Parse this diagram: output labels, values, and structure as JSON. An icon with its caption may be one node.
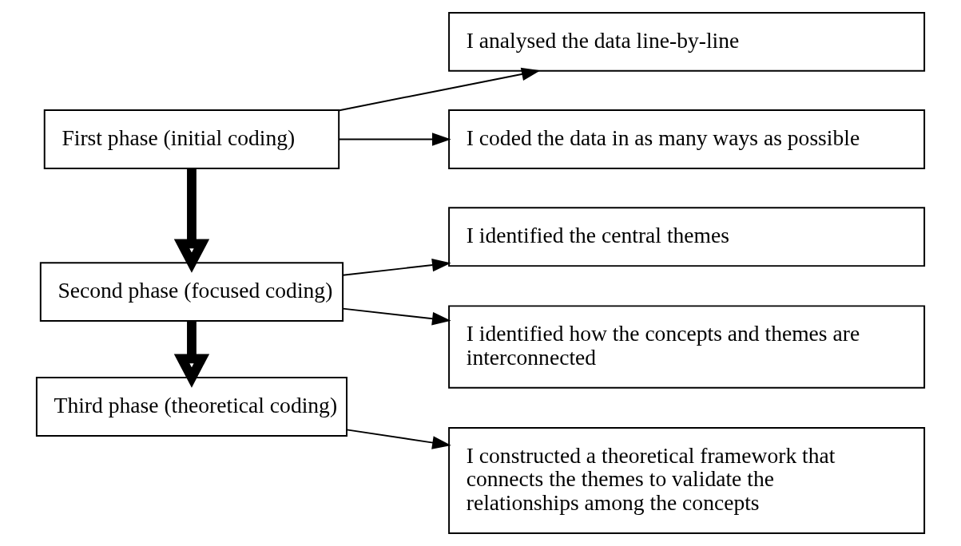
{
  "diagram": {
    "nodes": [
      {
        "text": [
          "First phase (initial coding)"
        ]
      },
      {
        "text": [
          "I analysed the data line-by-line"
        ]
      },
      {
        "text": [
          "I coded the data in as many ways as possible"
        ]
      },
      {
        "text": [
          "Second phase (focused coding)"
        ]
      },
      {
        "text": [
          "I identified the central themes"
        ]
      },
      {
        "text": [
          "I identified how the concepts and themes are interconnected"
        ]
      },
      {
        "text": [
          "Third phase (theoretical coding)"
        ]
      },
      {
        "text": [
          "I constructed a theoretical framework that connects the themes to validate the relationships among the concepts"
        ]
      }
    ],
    "edges": [
      {
        "from": 0,
        "to": 1,
        "arrow": "to"
      },
      {
        "from": 0,
        "to": 2,
        "arrow": "to"
      },
      {
        "from": 0,
        "to": 3,
        "arrow": "to",
        "style": "thick"
      },
      {
        "from": 3,
        "to": 4,
        "arrow": "to"
      },
      {
        "from": 3,
        "to": 5,
        "arrow": "to"
      },
      {
        "from": 3,
        "to": 6,
        "arrow": "to",
        "style": "thick"
      },
      {
        "from": 6,
        "to": 7,
        "arrow": "to"
      }
    ]
  }
}
